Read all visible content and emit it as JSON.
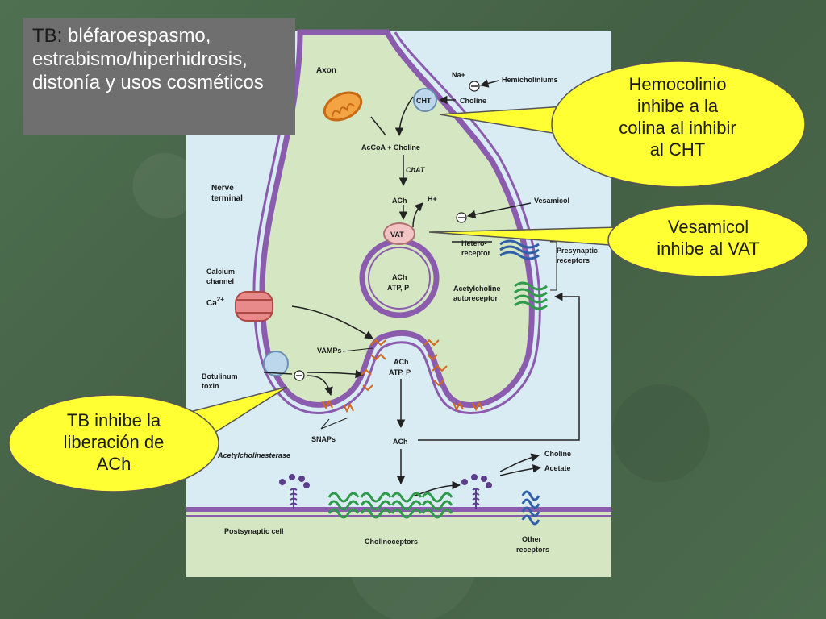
{
  "title_box": {
    "prefix": "TB:",
    "text": " bléfaroespasmo, estrabismo/hiperhidrosis, distonía y  usos cosméticos"
  },
  "callouts": {
    "hemocolinio": [
      "Hemocolinio",
      "inhibe a la",
      "colina al inhibir",
      "al CHT"
    ],
    "vesamicol": [
      "Vesamicol",
      "inhibe al VAT"
    ],
    "tb": [
      "TB inhibe la",
      "liberación de",
      "ACh"
    ]
  },
  "diagram": {
    "axon": "Axon",
    "nerve_terminal": [
      "Nerve",
      "terminal"
    ],
    "na": "Na+",
    "hemicholiniums": "Hemicholiniums",
    "cht": "CHT",
    "choline_in": "Choline",
    "acoa_choline": "AcCoA + Choline",
    "chat": "ChAT",
    "ach_top": "ACh",
    "h_plus": "H+",
    "vesamicol": "Vesamicol",
    "vat": "VAT",
    "vesicle_ach": "ACh",
    "vesicle_atp": "ATP, P",
    "heteroreceptor": [
      "Hetero-",
      "receptor"
    ],
    "presynaptic_receptors": [
      "Presynaptic",
      "receptors"
    ],
    "ach_autoreceptor": [
      "Acetylcholine",
      "autoreceptor"
    ],
    "calcium_channel": [
      "Calcium",
      "channel"
    ],
    "ca": "Ca",
    "ca_sup": "2+",
    "vamps": "VAMPs",
    "fusion_ach": "ACh",
    "fusion_atp": "ATP, P",
    "botulinum": [
      "Botulinum",
      "toxin"
    ],
    "snaps": "SNAPs",
    "ach_cleft": "ACh",
    "acetylcholinesterase": "Acetylcholinesterase",
    "choline_out": "Choline",
    "acetate": "Acetate",
    "postsynaptic": "Postsynaptic cell",
    "cholinoceptors": "Cholinoceptors",
    "other_receptors": [
      "Other",
      "receptors"
    ]
  },
  "colors": {
    "callout_fill": "#ffff33",
    "membrane": "#8b5cae",
    "cytoplasm": "#d4e6c2",
    "panel": "#d9ecf4"
  }
}
